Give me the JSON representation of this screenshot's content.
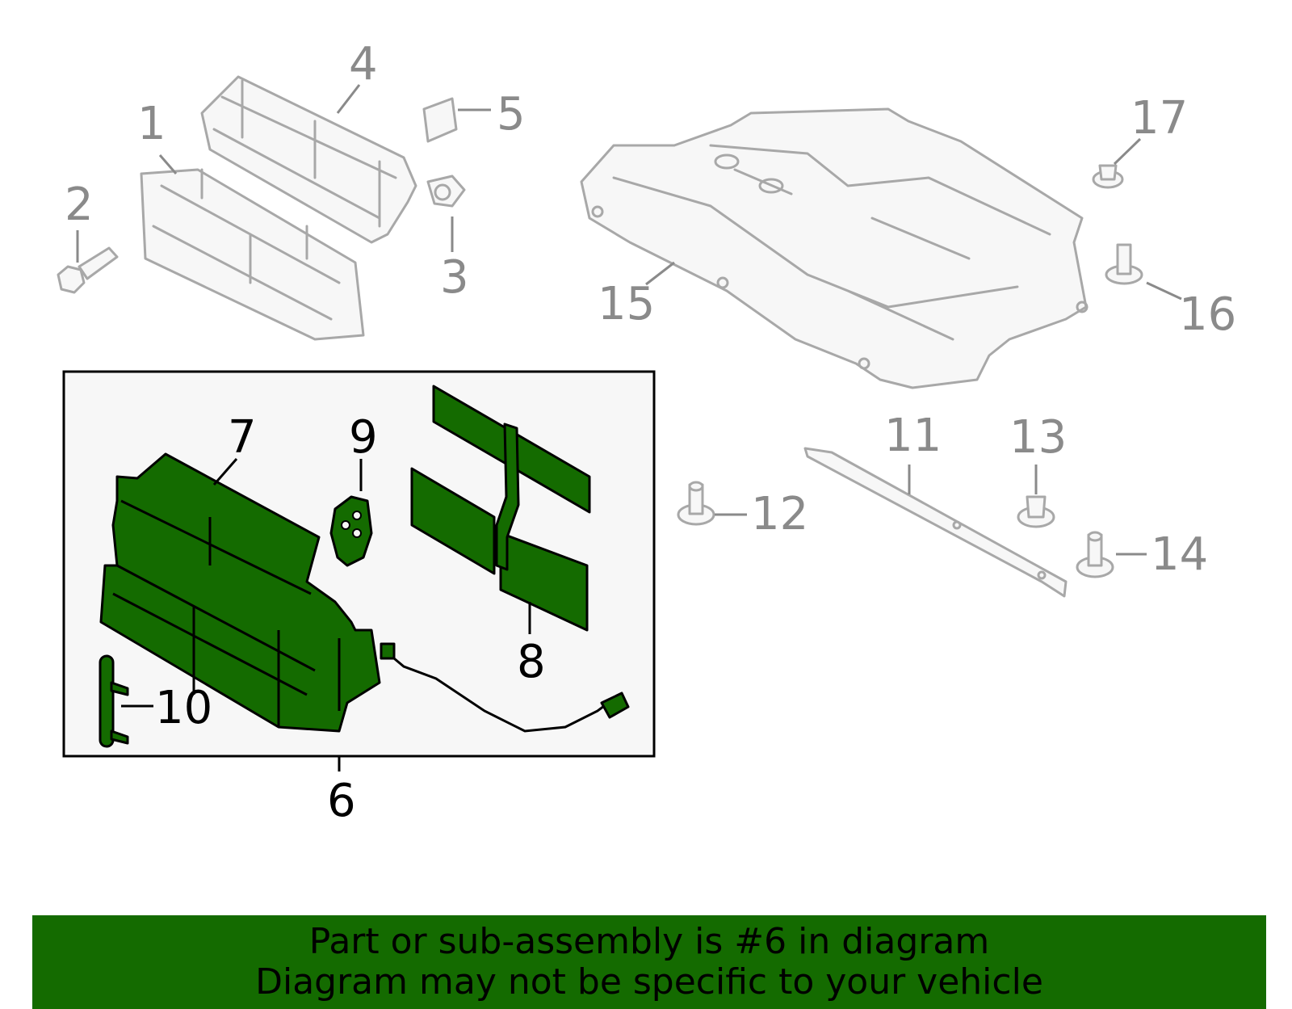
{
  "callouts": {
    "c1": "1",
    "c2": "2",
    "c3": "3",
    "c4": "4",
    "c5": "5",
    "c6": "6",
    "c7": "7",
    "c8": "8",
    "c9": "9",
    "c10": "10",
    "c11": "11",
    "c12": "12",
    "c13": "13",
    "c14": "14",
    "c15": "15",
    "c16": "16",
    "c17": "17"
  },
  "banner": {
    "line1": "Part or sub-assembly is #6 in diagram",
    "line2": "Diagram may not be specific to your vehicle"
  },
  "colors": {
    "highlight": "#146b00",
    "muted_parts": "#a8a8a8",
    "callout_muted": "#8a8a8a",
    "callout_active": "#000000",
    "inset_background": "#f7f7f7"
  }
}
